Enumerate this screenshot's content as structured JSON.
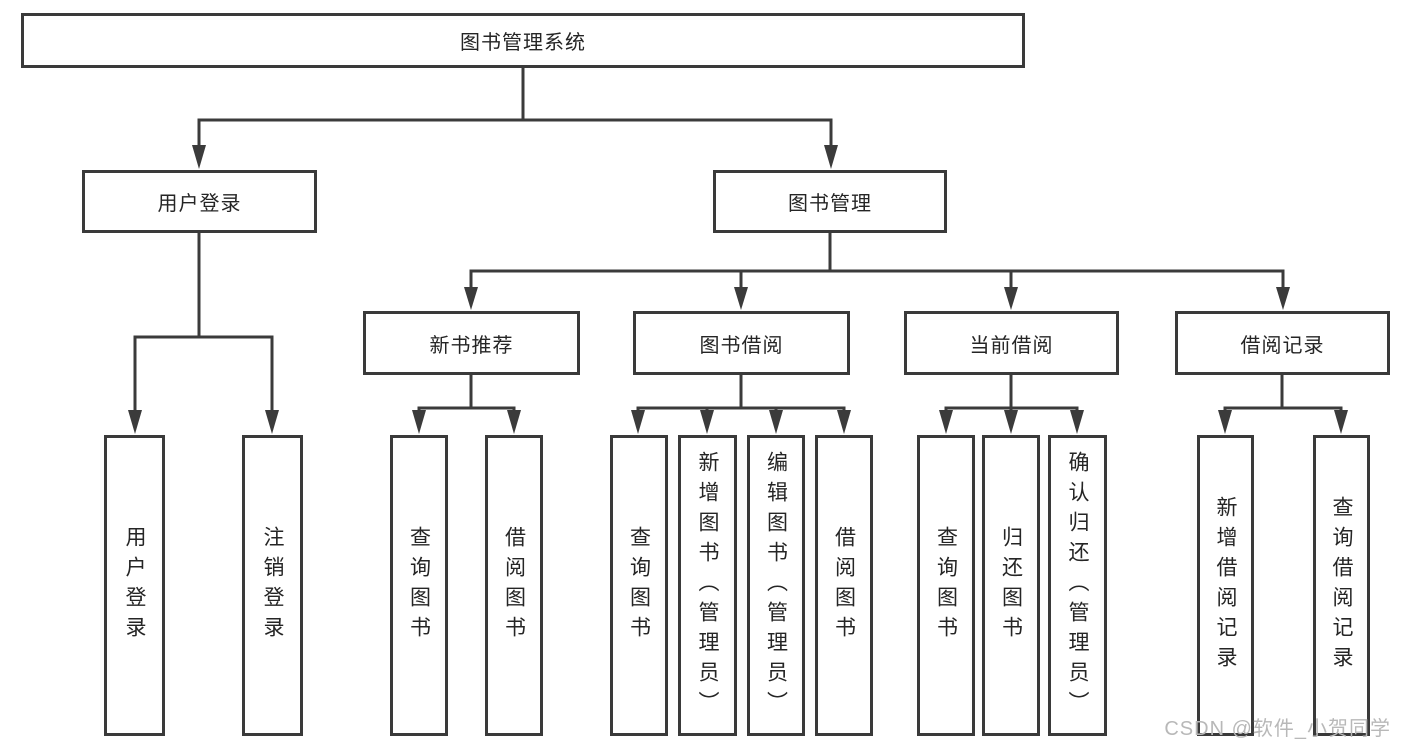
{
  "nodes": {
    "root": "图书管理系统",
    "level2": [
      "用户登录",
      "图书管理"
    ],
    "level3": [
      "新书推荐",
      "图书借阅",
      "当前借阅",
      "借阅记录"
    ],
    "leaves": [
      "用户登录",
      "注销登录",
      "查询图书",
      "借阅图书",
      "查询图书",
      "新增图书（管理员）",
      "编辑图书（管理员）",
      "借阅图书",
      "查询图书",
      "归还图书",
      "确认归还（管理员）",
      "新增借阅记录",
      "查询借阅记录"
    ]
  },
  "hierarchy": {
    "图书管理系统": [
      "用户登录",
      "图书管理"
    ],
    "用户登录": [
      "用户登录",
      "注销登录"
    ],
    "图书管理": [
      "新书推荐",
      "图书借阅",
      "当前借阅",
      "借阅记录"
    ],
    "新书推荐": [
      "查询图书",
      "借阅图书"
    ],
    "图书借阅": [
      "查询图书",
      "新增图书（管理员）",
      "编辑图书（管理员）",
      "借阅图书"
    ],
    "当前借阅": [
      "查询图书",
      "归还图书",
      "确认归还（管理员）"
    ],
    "借阅记录": [
      "新增借阅记录",
      "查询借阅记录"
    ]
  },
  "watermark": "CSDN @软件_小贺同学",
  "colors": {
    "line": "#3b3b3b",
    "border": "#3a3a3a",
    "text": "#252525",
    "watermark": "#b8b8b8",
    "background": "#ffffff"
  }
}
